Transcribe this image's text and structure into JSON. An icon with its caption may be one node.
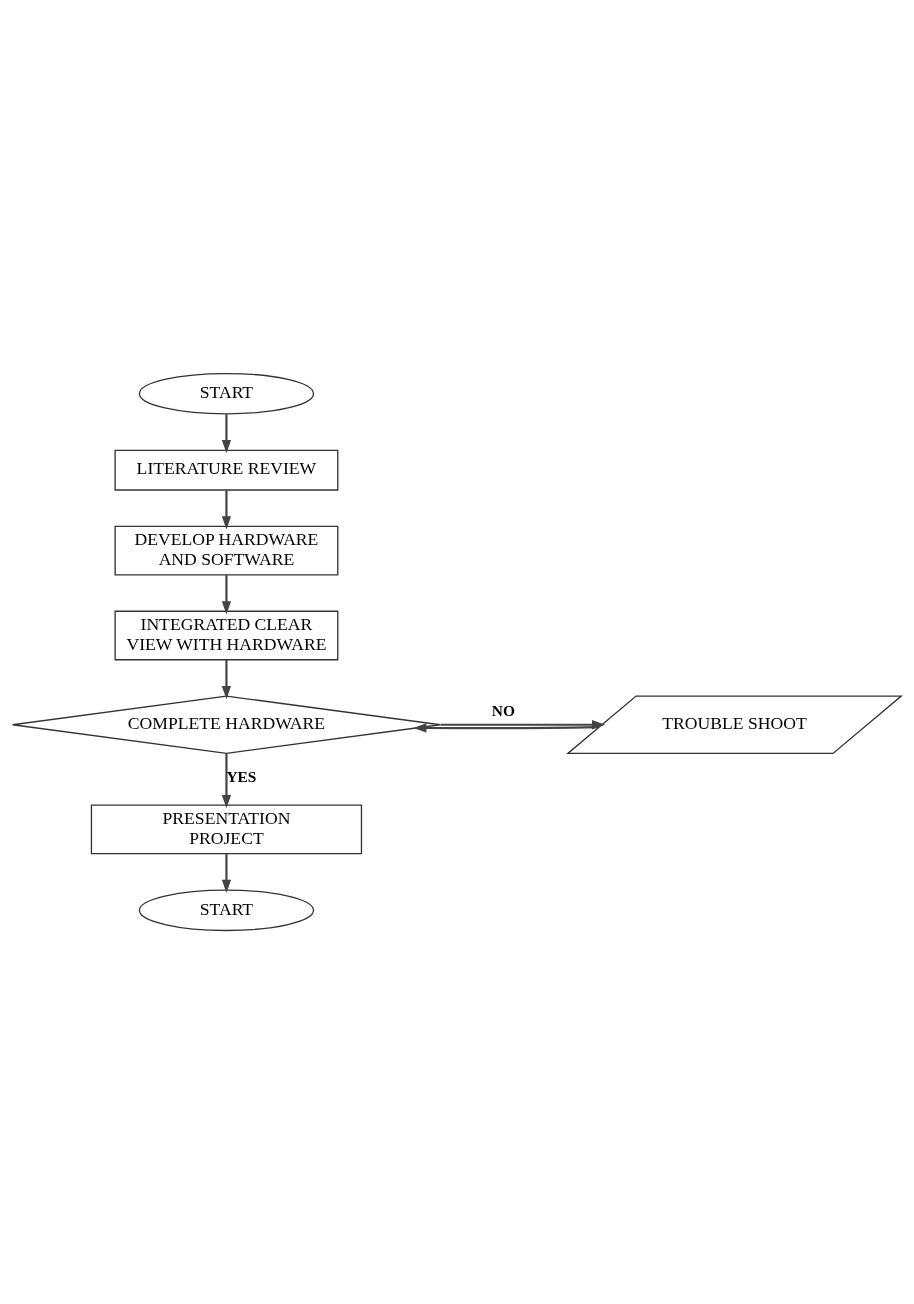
{
  "diagram": {
    "nodes": [
      {
        "text": [
          "START"
        ]
      },
      {
        "text": [
          "LITERATURE REVIEW"
        ]
      },
      {
        "text": [
          "DEVELOP HARDWARE AND SOFTWARE"
        ]
      },
      {
        "text": [
          "INTEGRATED CLEAR VIEW WITH HARDWARE"
        ]
      },
      {
        "text": [
          "COMPLETE HARDWARE"
        ]
      },
      {
        "text": [
          "TROUBLE SHOOT"
        ]
      },
      {
        "text": [
          "PRESENTATION PROJECT"
        ]
      },
      {
        "text": [
          "START"
        ]
      }
    ],
    "edges": [
      {
        "from": 0,
        "to": 1,
        "arrow": "to"
      },
      {
        "from": 1,
        "to": 2,
        "arrow": "to"
      },
      {
        "from": 2,
        "to": 3,
        "arrow": "to"
      },
      {
        "from": 3,
        "to": 4,
        "arrow": "to"
      },
      {
        "from": 5,
        "to": 4,
        "arrow": "to"
      },
      {
        "from": 4,
        "to": 5,
        "arrow": "to",
        "label": "NO"
      },
      {
        "from": 4,
        "to": 6,
        "arrow": "to",
        "label": "YES"
      },
      {
        "from": 6,
        "to": 7,
        "arrow": "to"
      }
    ]
  }
}
